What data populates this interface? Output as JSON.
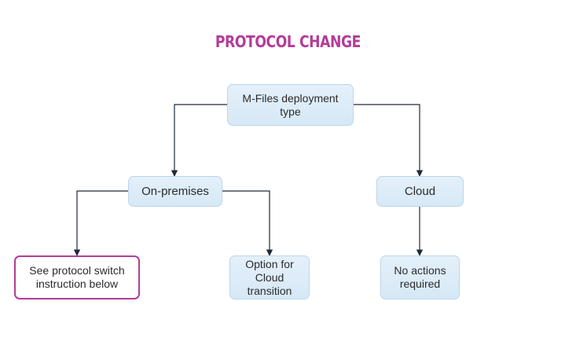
{
  "title": "PROTOCOL CHANGE",
  "colors": {
    "title": "#b43c97",
    "highlight_border": "#b43c97",
    "node_fill": "#dbeaf7",
    "node_border": "#bcd6ea",
    "connector": "#1f2a3a"
  },
  "nodes": {
    "root": "M-Files deployment type",
    "on_premises": "On-premises",
    "cloud": "Cloud",
    "see_protocol": "See protocol switch instruction below",
    "option_cloud": "Option for Cloud transition",
    "no_actions": "No actions required"
  }
}
